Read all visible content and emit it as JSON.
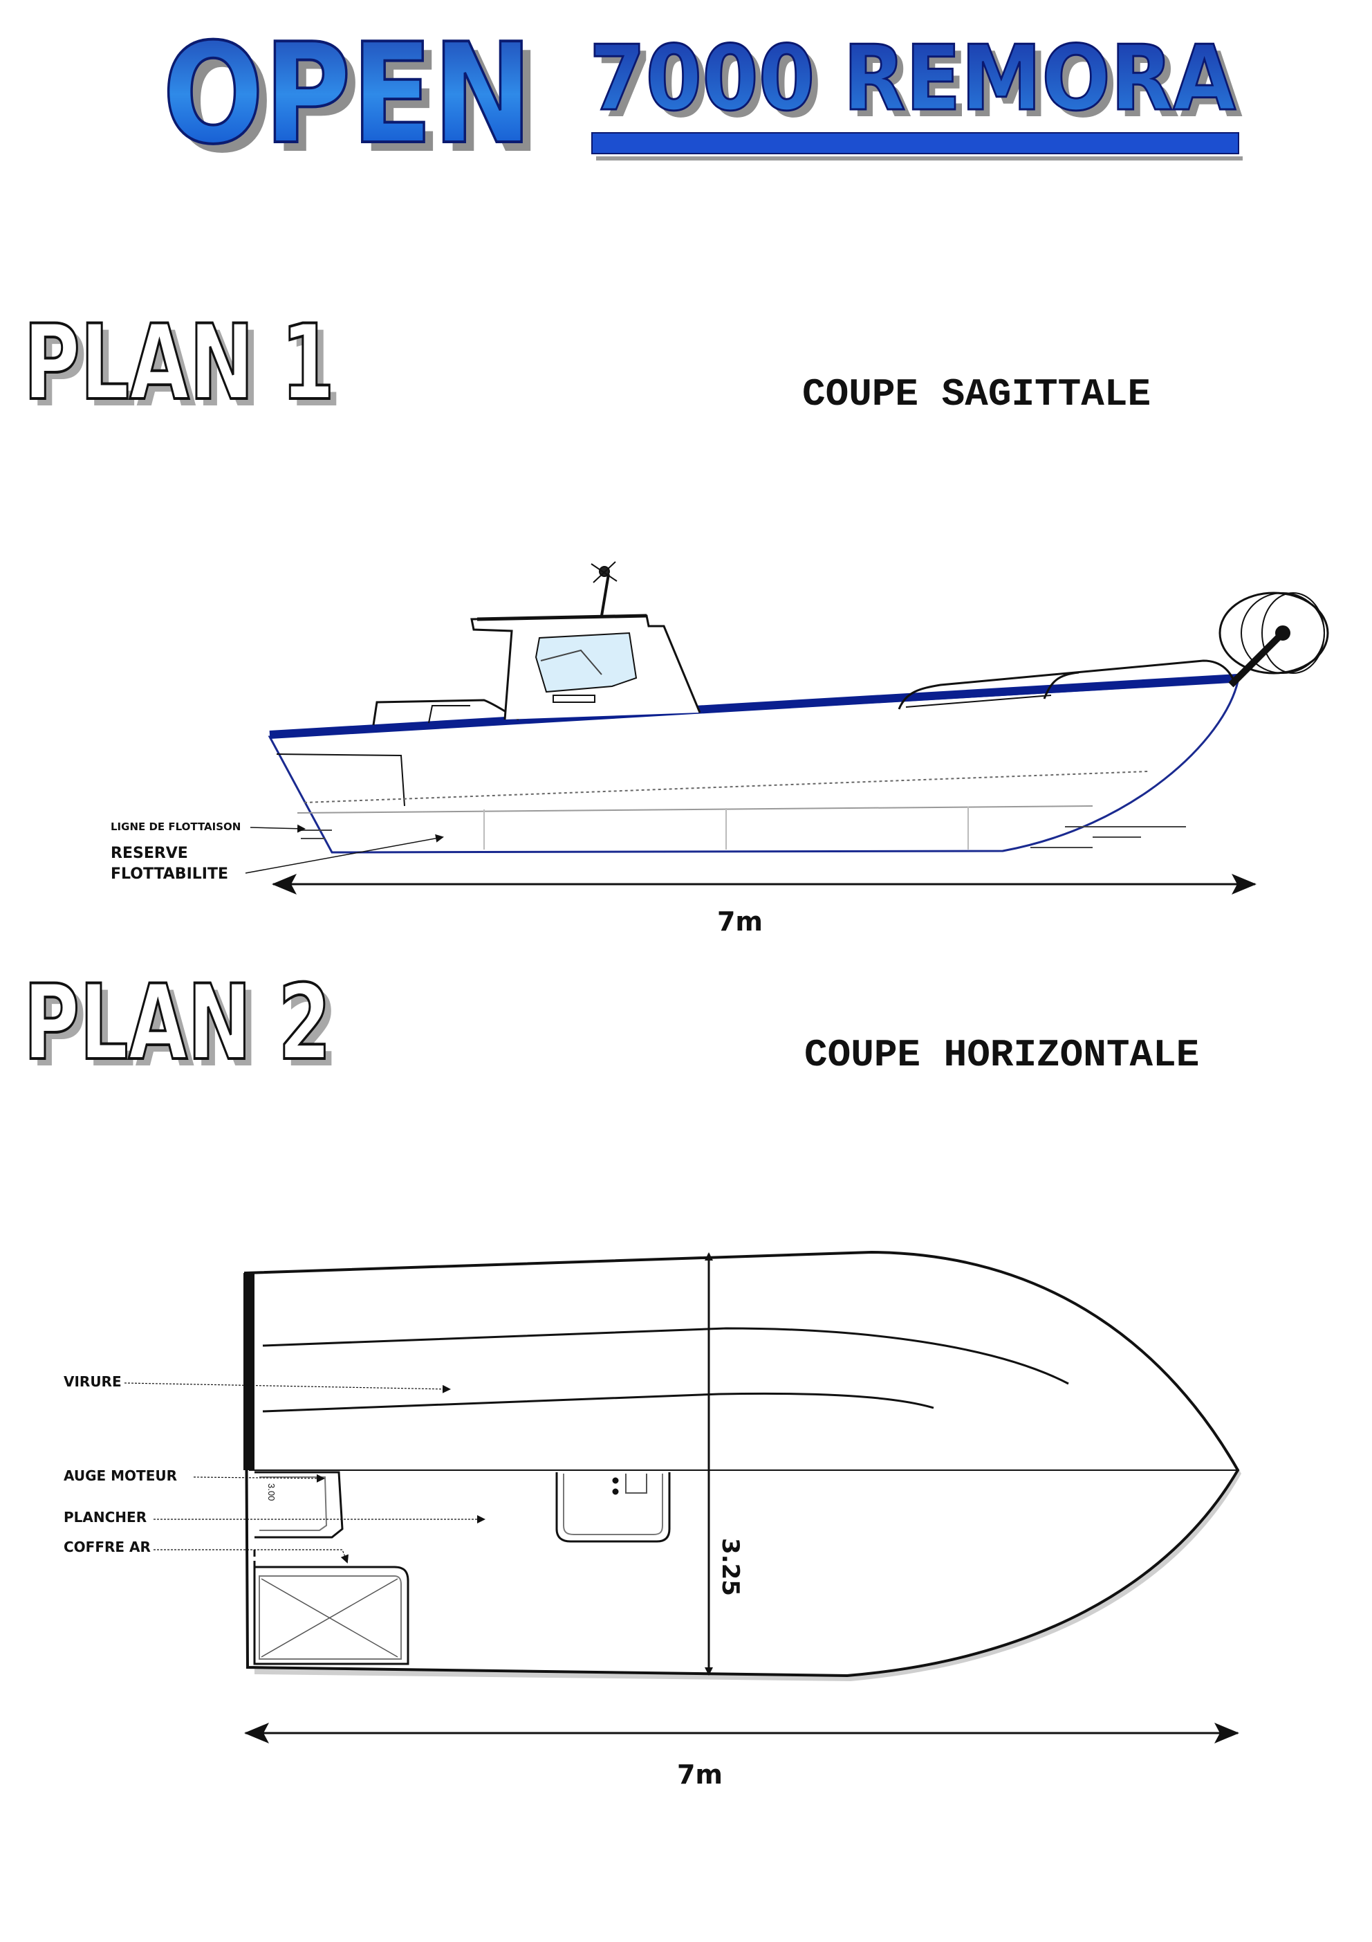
{
  "header": {
    "brand": "OPEN",
    "model": "7000 REMORA"
  },
  "plan1": {
    "title": "PLAN 1",
    "section": "COUPE SAGITTALE",
    "labels": {
      "waterline": "LIGNE DE FLOTTAISON",
      "reserve_line1": "RESERVE",
      "reserve_line2": "FLOTTABILITE"
    },
    "length": "7m"
  },
  "plan2": {
    "title": "PLAN 2",
    "section": "COUPE HORIZONTALE",
    "labels": {
      "strake": "VIRURE",
      "engine_well": "AUGE MOTEUR",
      "floor": "PLANCHER",
      "aft_locker": "COFFRE AR",
      "small_dim": "3.00"
    },
    "beam": "3.25",
    "length": "7m"
  },
  "colors": {
    "brand_blue": "#0a45c8",
    "navy": "#0a1f8f",
    "ink": "#111111",
    "shadow_gray": "#9a9a9a"
  }
}
